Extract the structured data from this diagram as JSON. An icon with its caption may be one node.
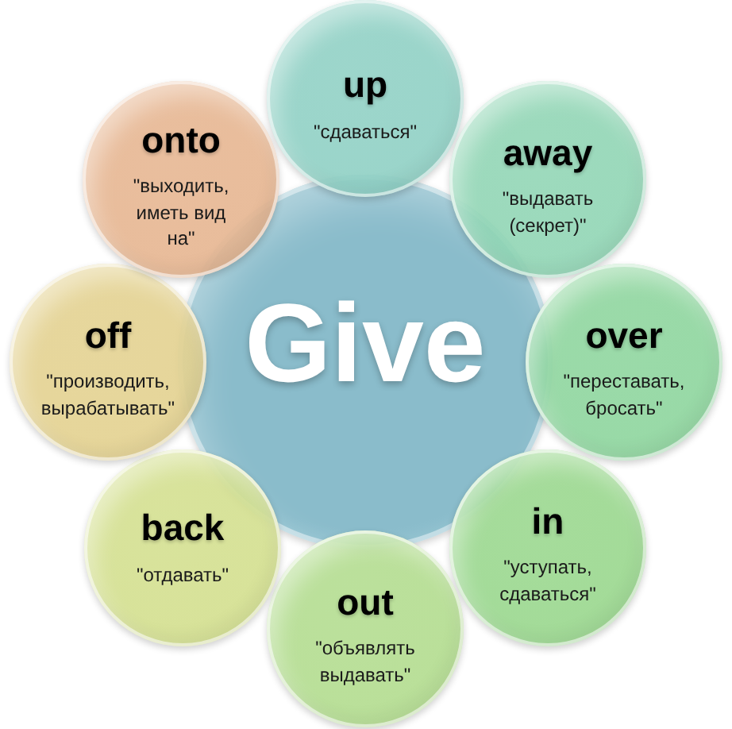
{
  "diagram": {
    "nodes": [
      {
        "text": [
          "Give"
        ]
      },
      {
        "text": [
          "up",
          "\"сдаваться\""
        ]
      },
      {
        "text": [
          "away",
          "\"выдавать (секрет)\""
        ]
      },
      {
        "text": [
          "over",
          "\"переставать, бросать\""
        ]
      },
      {
        "text": [
          "in",
          "\"уступать, сдаваться\""
        ]
      },
      {
        "text": [
          "out",
          "\"объявлять выдавать\""
        ]
      },
      {
        "text": [
          "back",
          "\"отдавать\""
        ]
      },
      {
        "text": [
          "off",
          "\"производить, вырабатывать\""
        ]
      },
      {
        "text": [
          "onto",
          "\"выходить, иметь вид на\""
        ]
      }
    ]
  }
}
